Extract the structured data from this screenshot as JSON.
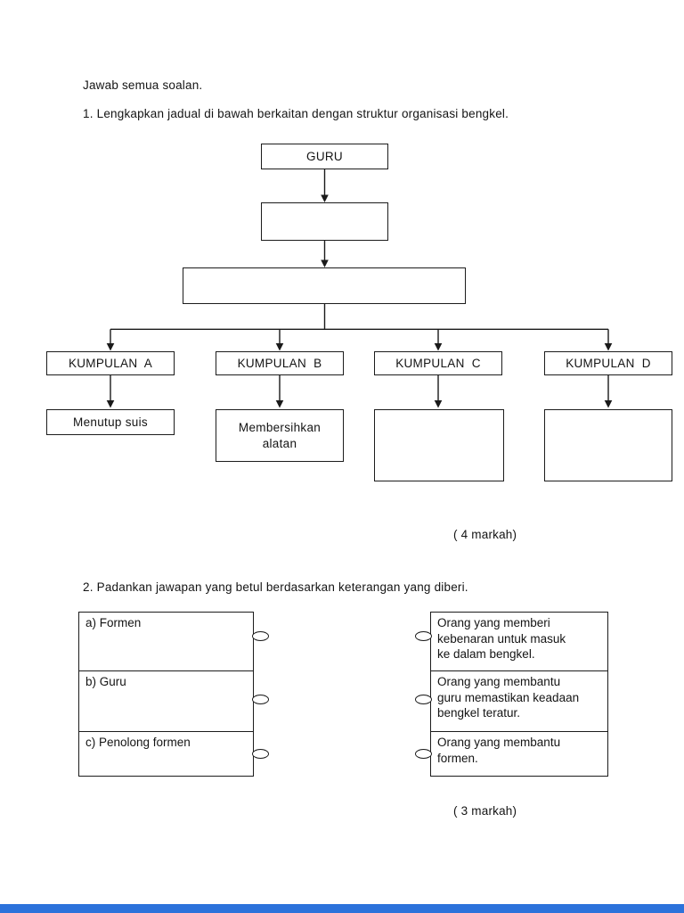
{
  "page": {
    "background": "#ffffff",
    "text_color": "#141414",
    "line_color": "#1c1c1c",
    "bottom_bar_color": "#2c72db"
  },
  "instructions": "Jawab semua soalan.",
  "question1": {
    "text": "1. Lengkapkan jadual di bawah berkaitan dengan struktur organisasi bengkel.",
    "marks": "( 4 markah)",
    "chart": {
      "root": "GURU",
      "level2": "",
      "level3": "",
      "groups": [
        "KUMPULAN  A",
        "KUMPULAN  B",
        "KUMPULAN  C",
        "KUMPULAN  D"
      ],
      "tasks": [
        {
          "lines": [
            "Menutup suis"
          ]
        },
        {
          "lines": [
            "Membersihkan",
            "alatan"
          ]
        },
        {
          "lines": [
            "",
            ""
          ]
        },
        {
          "lines": [
            "",
            ""
          ]
        }
      ]
    }
  },
  "question2": {
    "text": "2. Padankan jawapan yang betul berdasarkan keterangan yang diberi.",
    "marks": "( 3 markah)",
    "left_items": [
      "a) Formen",
      "b) Guru",
      "c) Penolong formen"
    ],
    "right_items": [
      {
        "lines": [
          "Orang yang memberi",
          "kebenaran untuk masuk",
          "ke dalam bengkel."
        ]
      },
      {
        "lines": [
          "Orang yang membantu",
          "guru memastikan keadaan",
          "bengkel teratur."
        ]
      },
      {
        "lines": [
          "Orang yang membantu",
          "formen."
        ]
      }
    ]
  }
}
